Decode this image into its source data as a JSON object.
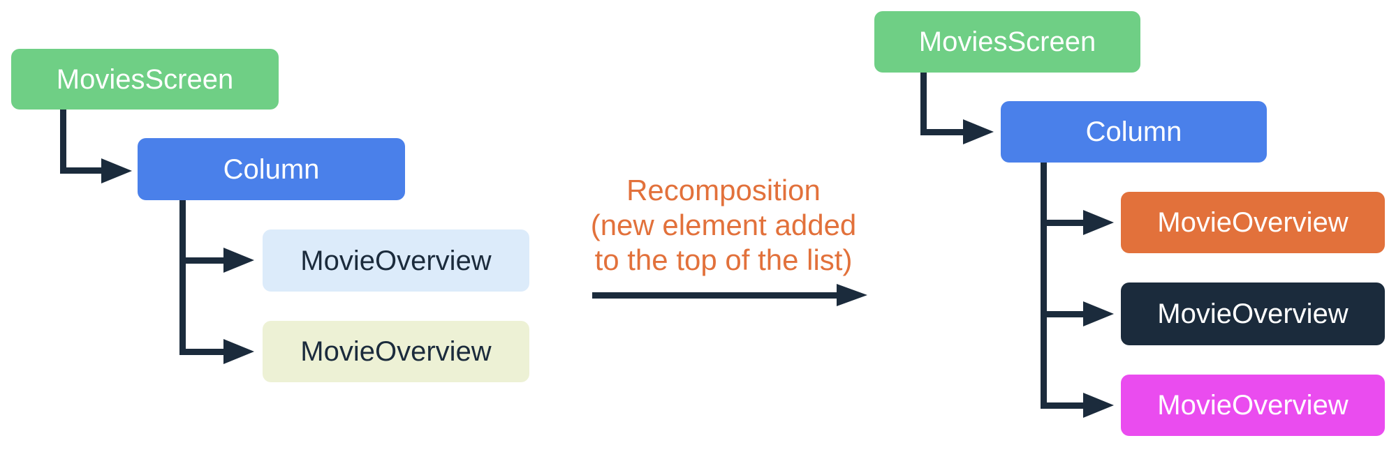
{
  "diagram": {
    "background": "#FFFFFF",
    "connector_color": "#1B2B3C",
    "caption": {
      "color": "#E2713B",
      "lines": [
        "Recomposition",
        "(new element added",
        "to the top of the list)"
      ]
    },
    "left_tree": {
      "nodes": [
        {
          "label": "MoviesScreen",
          "bg": "#6FCF85",
          "fg": "#FFFFFF"
        },
        {
          "label": "Column",
          "bg": "#4A80EA",
          "fg": "#FFFFFF"
        },
        {
          "label": "MovieOverview",
          "bg": "#DCEBFA",
          "fg": "#1B2B3C"
        },
        {
          "label": "MovieOverview",
          "bg": "#EDF1D5",
          "fg": "#1B2B3C"
        }
      ]
    },
    "right_tree": {
      "nodes": [
        {
          "label": "MoviesScreen",
          "bg": "#6FCF85",
          "fg": "#FFFFFF"
        },
        {
          "label": "Column",
          "bg": "#4A80EA",
          "fg": "#FFFFFF"
        },
        {
          "label": "MovieOverview",
          "bg": "#E2713B",
          "fg": "#FFFFFF"
        },
        {
          "label": "MovieOverview",
          "bg": "#1B2B3C",
          "fg": "#FFFFFF"
        },
        {
          "label": "MovieOverview",
          "bg": "#EA4CEF",
          "fg": "#FFFFFF"
        }
      ]
    }
  }
}
